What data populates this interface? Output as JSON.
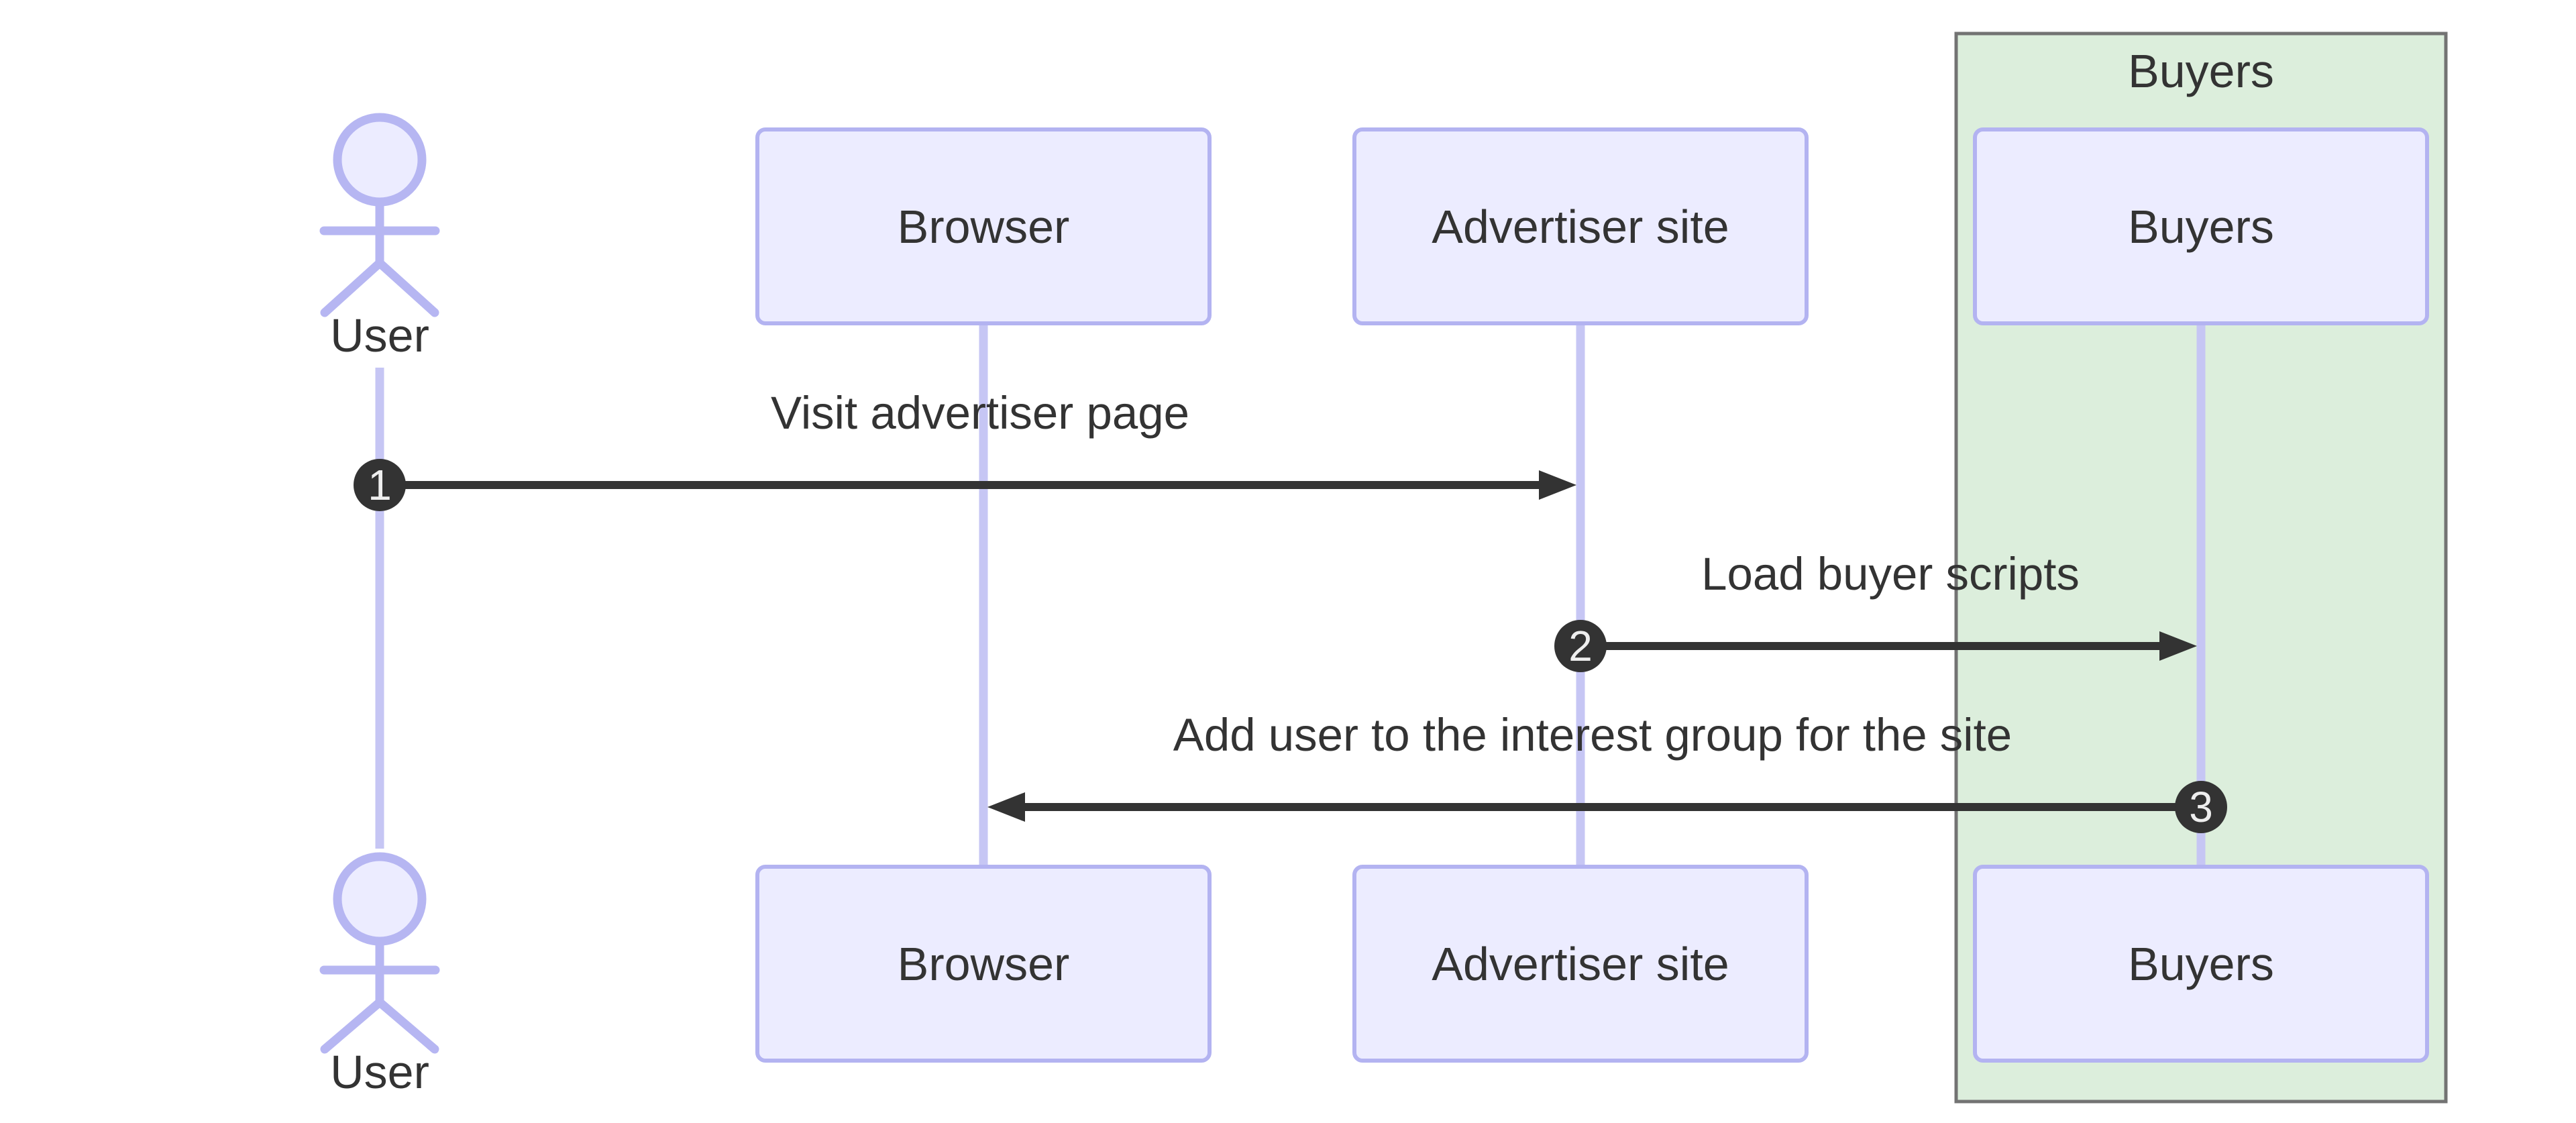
{
  "diagram": {
    "type": "sequence",
    "group": {
      "label": "Buyers"
    },
    "actors": [
      {
        "id": "user",
        "label": "User",
        "kind": "actor"
      },
      {
        "id": "browser",
        "label": "Browser",
        "kind": "participant"
      },
      {
        "id": "advertiser",
        "label": "Advertiser site",
        "kind": "participant"
      },
      {
        "id": "buyers",
        "label": "Buyers",
        "kind": "participant",
        "group": "Buyers"
      }
    ],
    "messages": [
      {
        "seq": "1",
        "from": "user",
        "to": "advertiser",
        "label": "Visit advertiser page"
      },
      {
        "seq": "2",
        "from": "advertiser",
        "to": "buyers",
        "label": "Load buyer scripts"
      },
      {
        "seq": "3",
        "from": "buyers",
        "to": "browser",
        "label": "Add user to the interest group for the site"
      }
    ]
  },
  "colors": {
    "participant_fill": "#ECECFF",
    "participant_border": "#B3B3F1",
    "lifeline": "#C6C6F4",
    "actor": "#B6B6F2",
    "group_fill": "#DCEEDC",
    "group_border": "#737373",
    "message": "#333333",
    "badge_fill": "#333333",
    "badge_text": "#EEEEEE",
    "text": "#333333",
    "background": "#FFFFFF"
  }
}
